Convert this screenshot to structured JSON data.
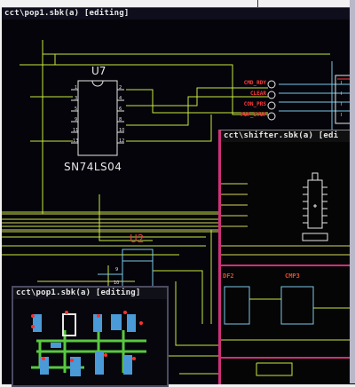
{
  "windows": {
    "main": {
      "title": "cct\\pop1.sbk(a) [editing]"
    },
    "shifter": {
      "title": "cct\\shifter.sbk(a) [edi"
    },
    "pcb": {
      "title": "cct\\pop1.sbk(a) [editing]"
    }
  },
  "schematic": {
    "u7": {
      "ref": "U7",
      "part": "SN74LS04",
      "pins_left": [
        "1",
        "3",
        "5",
        "9",
        "11",
        "13"
      ],
      "pins_right": [
        "2",
        "4",
        "6",
        "8",
        "10",
        "12"
      ]
    },
    "u2": {
      "ref": "U2",
      "pin_top": "9",
      "pin_bottom": "10"
    },
    "signals": [
      "CMD_RDY",
      "CLEAR",
      "CON_PRS",
      "POP_STOP"
    ],
    "bus_labels": [
      "I",
      "I",
      "I",
      "I"
    ],
    "shifter_parts": [
      "DF2",
      "CMP3"
    ]
  },
  "colors": {
    "wire_green": "#c8e840",
    "wire_yellow": "#d8d860",
    "wire_blue": "#7ac8e8",
    "signal_red": "#ff3a3a",
    "frame_pink": "#d0307a"
  }
}
